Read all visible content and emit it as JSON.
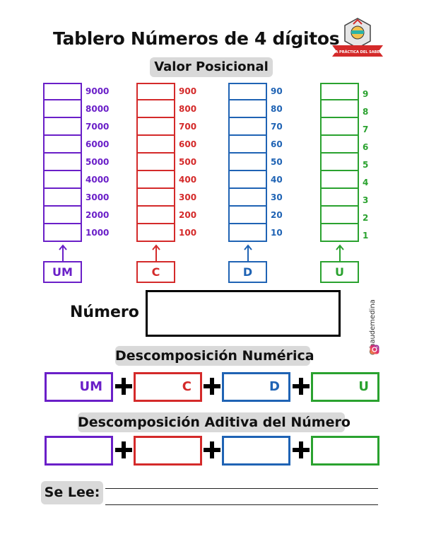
{
  "header": {
    "title": "Tablero Números de 4 dígitos",
    "logo_text": "LA PRÁCTICA DEL SABER"
  },
  "valor_posicional": {
    "label": "Valor Posicional",
    "columns": [
      {
        "place": "UM",
        "color": "#6a1fc8",
        "values": [
          "9000",
          "8000",
          "7000",
          "6000",
          "5000",
          "4000",
          "3000",
          "2000",
          "1000"
        ]
      },
      {
        "place": "C",
        "color": "#d42a2a",
        "values": [
          "900",
          "800",
          "700",
          "600",
          "500",
          "400",
          "300",
          "200",
          "100"
        ]
      },
      {
        "place": "D",
        "color": "#1f63b4",
        "values": [
          "90",
          "80",
          "70",
          "60",
          "50",
          "40",
          "30",
          "20",
          "10"
        ]
      },
      {
        "place": "U",
        "color": "#2aa22f",
        "values": [
          "9",
          "8",
          "7",
          "6",
          "5",
          "4",
          "3",
          "2",
          "1"
        ]
      }
    ]
  },
  "numero": {
    "label": "Número"
  },
  "handle": {
    "text": "@haudemedina",
    "icon": "instagram-icon"
  },
  "descomposicion_numerica": {
    "label": "Descomposición Numérica",
    "boxes": [
      "UM",
      "C",
      "D",
      "U"
    ]
  },
  "descomposicion_aditiva": {
    "label": "Descomposición Aditiva del Número"
  },
  "se_lee": {
    "label": "Se Lee:"
  }
}
